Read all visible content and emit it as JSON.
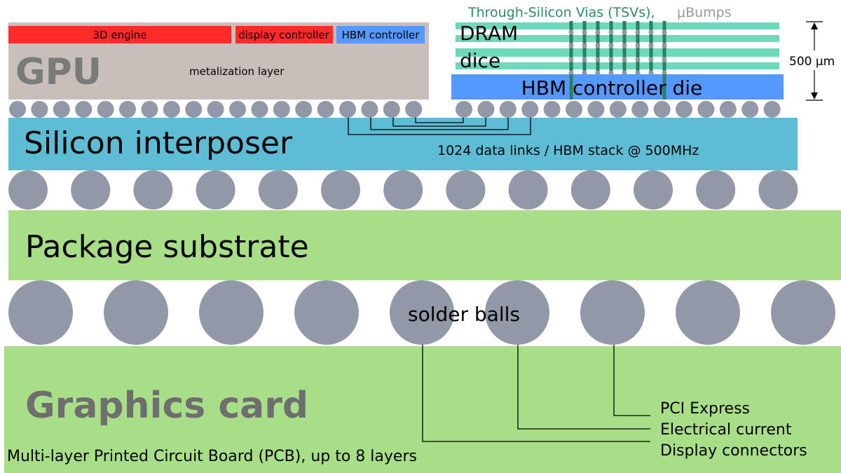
{
  "gpu": {
    "label": "GPU",
    "engine_label": "3D engine",
    "display_controller_label": "display controller",
    "hbm_controller_label": "HBM controller",
    "metalization_label": "metalization layer"
  },
  "hbm_stack": {
    "tsv_label": "Through-Silicon Vias (TSVs),",
    "ubumps_label": "μBumps",
    "dram_label_line1": "DRAM",
    "dram_label_line2": "dice",
    "controller_die_label": "HBM controller die",
    "height_label": "500 μm"
  },
  "interposer": {
    "label": "Silicon interposer",
    "links_label": "1024 data links / HBM stack @ 500MHz"
  },
  "package": {
    "label": "Package substrate"
  },
  "solder": {
    "label": "solder balls"
  },
  "card": {
    "label": "Graphics card",
    "pcb_label": "Multi-layer Printed Circuit Board (PCB), up to 8 layers"
  },
  "connections": {
    "pci_label": "PCI Express",
    "power_label": "Electrical current",
    "display_label": "Display connectors"
  },
  "colors": {
    "gpu_die": "#c8bfbb",
    "engine": "#ff2a2a",
    "hbm_blue": "#5599ff",
    "dram_layer": "#6cd8bc",
    "tsv": "#2a7f62",
    "interposer": "#5ebcd4",
    "substrate": "#a8de88",
    "ball": "#9298a8",
    "gpu_text": "#7a7a7a",
    "tsv_text": "#2f8a6a",
    "ubump_text": "#999999"
  }
}
